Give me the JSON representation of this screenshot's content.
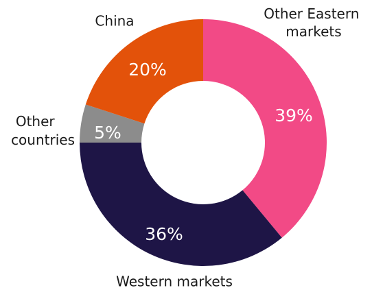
{
  "chart_data": {
    "type": "pie",
    "donut": true,
    "categories": [
      "Other Eastern markets",
      "Western markets",
      "Other countries",
      "China"
    ],
    "values": [
      39,
      36,
      5,
      20
    ],
    "value_labels": [
      "39%",
      "36%",
      "5%",
      "20%"
    ],
    "colors": [
      "#f24a86",
      "#1e1546",
      "#8c8c8c",
      "#e3520a"
    ],
    "start_angle_deg": 0,
    "direction": "clockwise",
    "legend": "none"
  }
}
